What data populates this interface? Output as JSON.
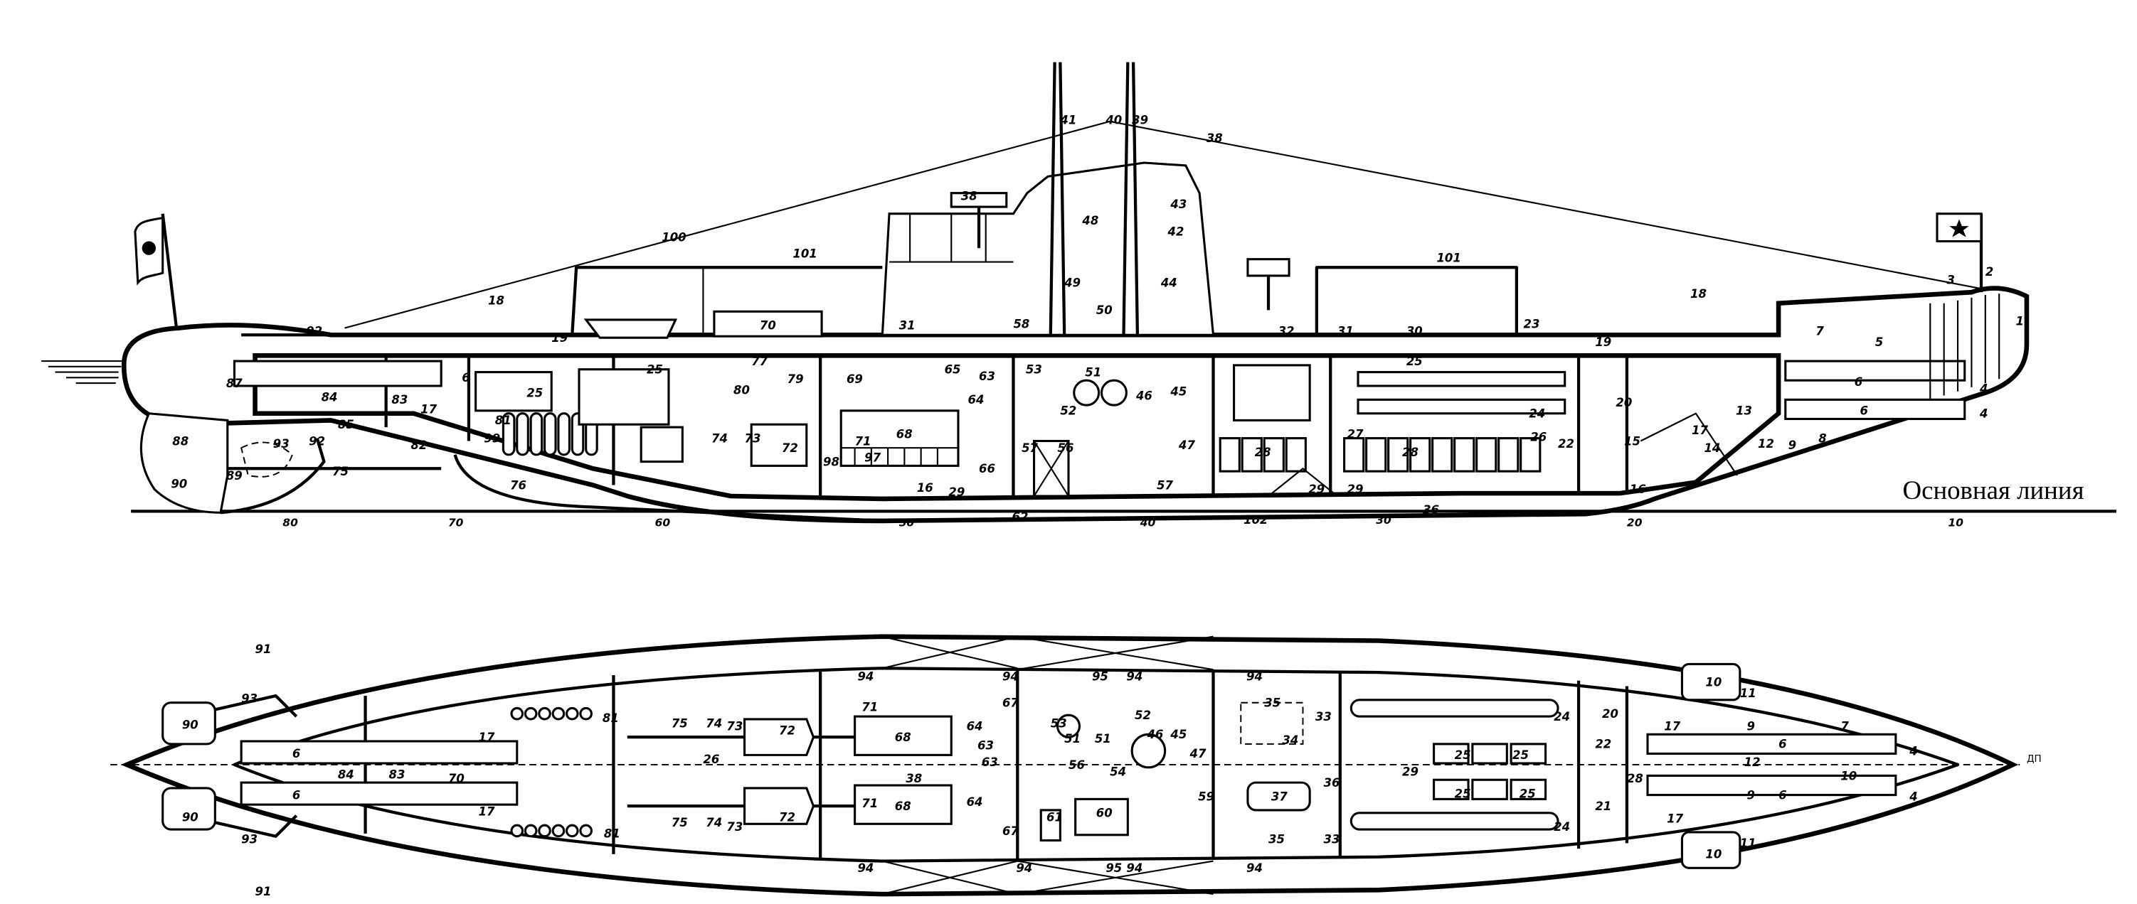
{
  "baseline_caption": "Основная линия",
  "centerline_label": "ДП",
  "frame_ticks": [
    "80",
    "70",
    "60",
    "50",
    "40",
    "30",
    "20",
    "10"
  ],
  "side_view_labels": [
    "1",
    "2",
    "3",
    "4",
    "4",
    "5",
    "6",
    "6",
    "7",
    "8",
    "9",
    "12",
    "13",
    "14",
    "15",
    "16",
    "17",
    "18",
    "18",
    "19",
    "19",
    "20",
    "22",
    "23",
    "24",
    "25",
    "25",
    "25",
    "26",
    "27",
    "28",
    "28",
    "29",
    "29",
    "29",
    "30",
    "31",
    "31",
    "32",
    "36",
    "38",
    "38",
    "39",
    "40",
    "41",
    "42",
    "43",
    "44",
    "45",
    "46",
    "47",
    "48",
    "49",
    "50",
    "51",
    "52",
    "53",
    "56",
    "57",
    "57",
    "58",
    "62",
    "63",
    "64",
    "65",
    "66",
    "68",
    "69",
    "70",
    "71",
    "72",
    "73",
    "74",
    "75",
    "76",
    "77",
    "79",
    "80",
    "81",
    "82",
    "83",
    "84",
    "85",
    "87",
    "88",
    "89",
    "90",
    "92",
    "92",
    "93",
    "97",
    "98",
    "99",
    "100",
    "101",
    "101",
    "102",
    "16",
    "6",
    "17"
  ],
  "plan_view_labels": [
    "91",
    "91",
    "90",
    "90",
    "93",
    "93",
    "6",
    "6",
    "84",
    "83",
    "17",
    "17",
    "70",
    "81",
    "81",
    "75",
    "75",
    "74",
    "74",
    "73",
    "73",
    "26",
    "72",
    "72",
    "71",
    "71",
    "68",
    "68",
    "38",
    "64",
    "63",
    "63",
    "64",
    "67",
    "67",
    "53",
    "51",
    "51",
    "56",
    "54",
    "52",
    "46",
    "45",
    "47",
    "59",
    "60",
    "61",
    "94",
    "94",
    "95",
    "94",
    "94",
    "94",
    "94",
    "95",
    "94",
    "94",
    "35",
    "33",
    "34",
    "37",
    "36",
    "35",
    "33",
    "24",
    "24",
    "25",
    "25",
    "25",
    "25",
    "20",
    "22",
    "21",
    "29",
    "28",
    "17",
    "17",
    "10",
    "10",
    "11",
    "11",
    "9",
    "9",
    "12",
    "6",
    "6",
    "7",
    "4",
    "4",
    "10"
  ]
}
